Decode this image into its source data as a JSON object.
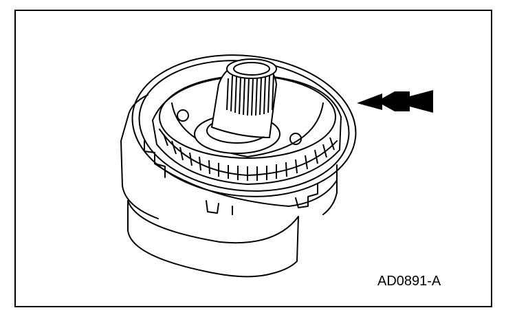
{
  "figure": {
    "id_label": "AD0891-A"
  },
  "colors": {
    "line": "#000000",
    "background": "#ffffff",
    "arrow": "#000000"
  },
  "components": {
    "callout": "arrow-pointing-left",
    "subject": "transmission-drum-with-snap-ring"
  }
}
